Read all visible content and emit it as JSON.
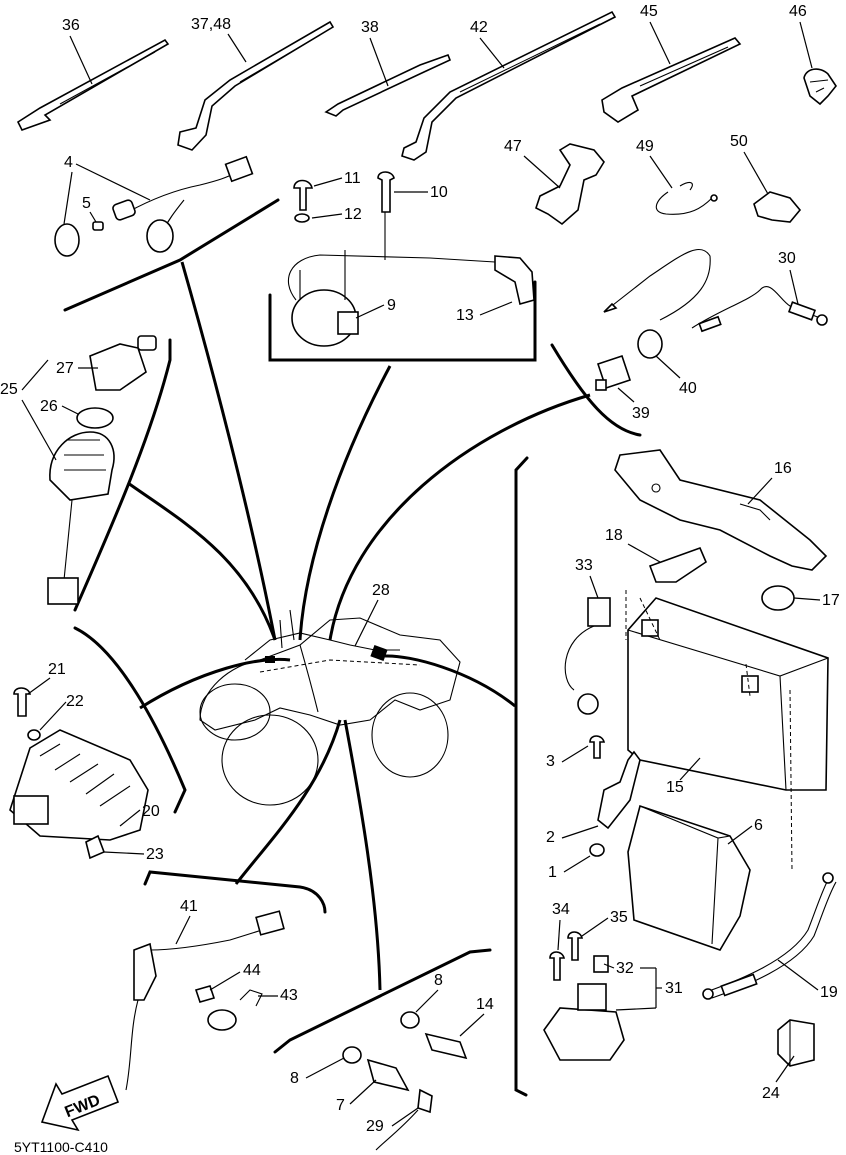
{
  "diagram": {
    "code": "5YT1100-C410",
    "fwd_label": "FWD",
    "labels": {
      "p36": "36",
      "p3748": "37,48",
      "p38": "38",
      "p42": "42",
      "p45": "45",
      "p46": "46",
      "p4": "4",
      "p5": "5",
      "p11": "11",
      "p10": "10",
      "p12": "12",
      "p9": "9",
      "p13": "13",
      "p47": "47",
      "p49": "49",
      "p50": "50",
      "p30": "30",
      "p40": "40",
      "p39": "39",
      "p27": "27",
      "p25": "25",
      "p26": "26",
      "p16": "16",
      "p18": "18",
      "p33": "33",
      "p17": "17",
      "p28": "28",
      "p21": "21",
      "p22": "22",
      "p20": "20",
      "p23": "23",
      "p3": "3",
      "p15": "15",
      "p2": "2",
      "p6": "6",
      "p1": "1",
      "p34": "34",
      "p35": "35",
      "p41": "41",
      "p44": "44",
      "p43": "43",
      "p32": "32",
      "p31": "31",
      "p19": "19",
      "p8a": "8",
      "p14": "14",
      "p8b": "8",
      "p7": "7",
      "p29": "29",
      "p24": "24"
    }
  }
}
